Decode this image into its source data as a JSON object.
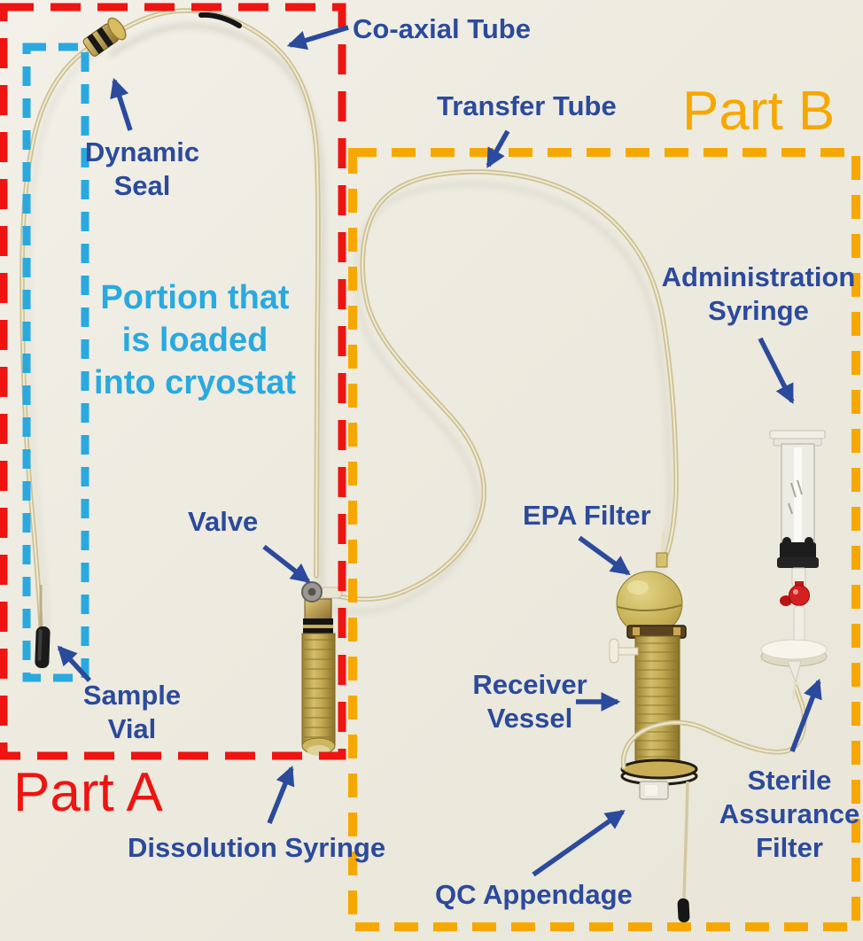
{
  "figure": {
    "title": "Fluid path annotated photograph",
    "type": "annotated-photo"
  },
  "colors": {
    "blue": "#2B4A9C",
    "cyan": "#29A9E0",
    "red": "#EE1411",
    "orange": "#F6A800",
    "background": "#ECE9DD",
    "tube": "#CDC194",
    "gold": "#C4AB55"
  },
  "regions": {
    "part_a": {
      "label": "Part A"
    },
    "part_b": {
      "label": "Part B"
    },
    "cryostat_portion": {
      "label": "Portion that\nis loaded\ninto cryostat"
    }
  },
  "labels": {
    "co_axial_tube": "Co-axial Tube",
    "transfer_tube": "Transfer Tube",
    "dynamic_seal": "Dynamic\nSeal",
    "administration_syringe": "Administration\nSyringe",
    "valve": "Valve",
    "epa_filter": "EPA Filter",
    "sample_vial": "Sample\nVial",
    "receiver_vessel": "Receiver\nVessel",
    "dissolution_syringe": "Dissolution Syringe",
    "sterile_assurance_filter": "Sterile\nAssurance\nFilter",
    "qc_appendage": "QC Appendage"
  }
}
